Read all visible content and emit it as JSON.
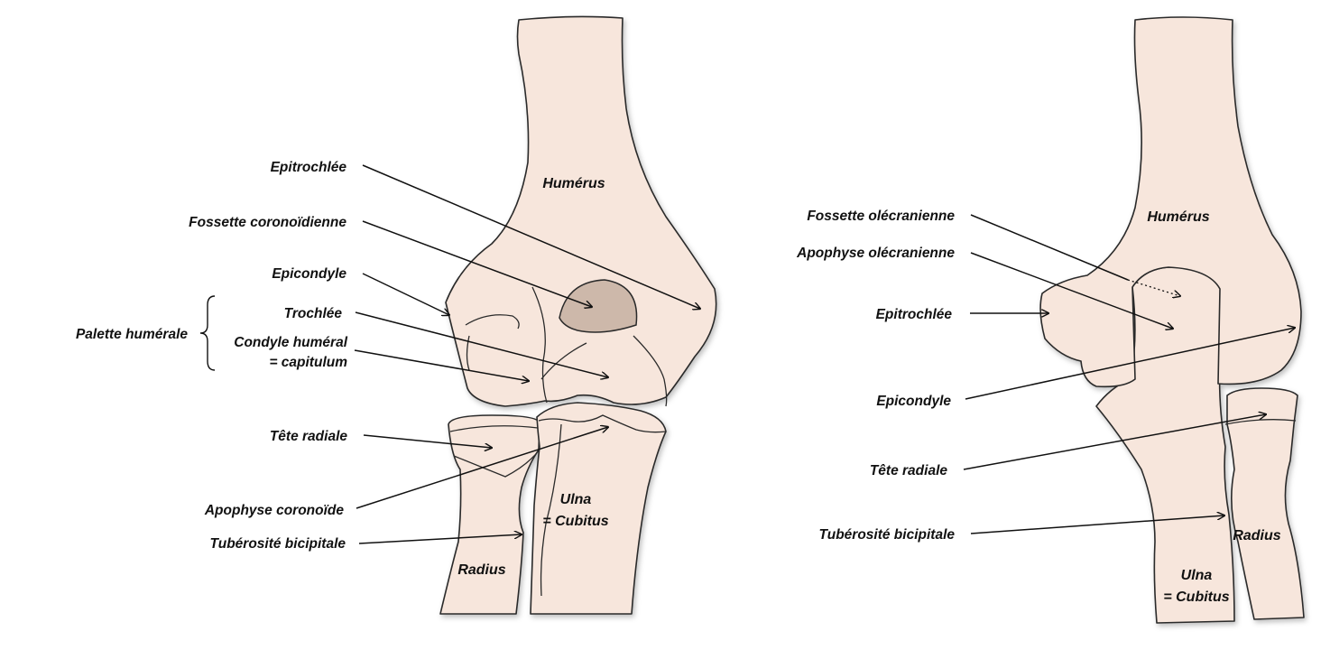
{
  "anterior_view": {
    "bones": {
      "humerus": "Humérus",
      "ulna_line1": "Ulna",
      "ulna_line2": "= Cubitus",
      "radius": "Radius"
    },
    "labels": {
      "epitrochlee": "Epitrochlée",
      "fossette_coronoidienne": "Fossette coronoïdienne",
      "epicondyle": "Epicondyle",
      "palette_humerale": "Palette humérale",
      "trochlee": "Trochlée",
      "condyle_line1": "Condyle huméral",
      "condyle_line2": "= capitulum",
      "tete_radiale": "Tête radiale",
      "apophyse_coronoide": "Apophyse coronoïde",
      "tuberosite_bicipitale": "Tubérosité bicipitale"
    }
  },
  "posterior_view": {
    "bones": {
      "humerus": "Humérus",
      "ulna_line1": "Ulna",
      "ulna_line2": "= Cubitus",
      "radius": "Radius"
    },
    "labels": {
      "fossette_olecranienne": "Fossette olécranienne",
      "apophyse_olecranienne": "Apophyse olécranienne",
      "epitrochlee": "Epitrochlée",
      "epicondyle": "Epicondyle",
      "tete_radiale": "Tête radiale",
      "tuberosite_bicipitale": "Tubérosité bicipitale"
    }
  },
  "colors": {
    "bone_fill": "#f7e6dc",
    "fossa_fill": "#cdb8aa",
    "outline": "#2a2a2a"
  }
}
